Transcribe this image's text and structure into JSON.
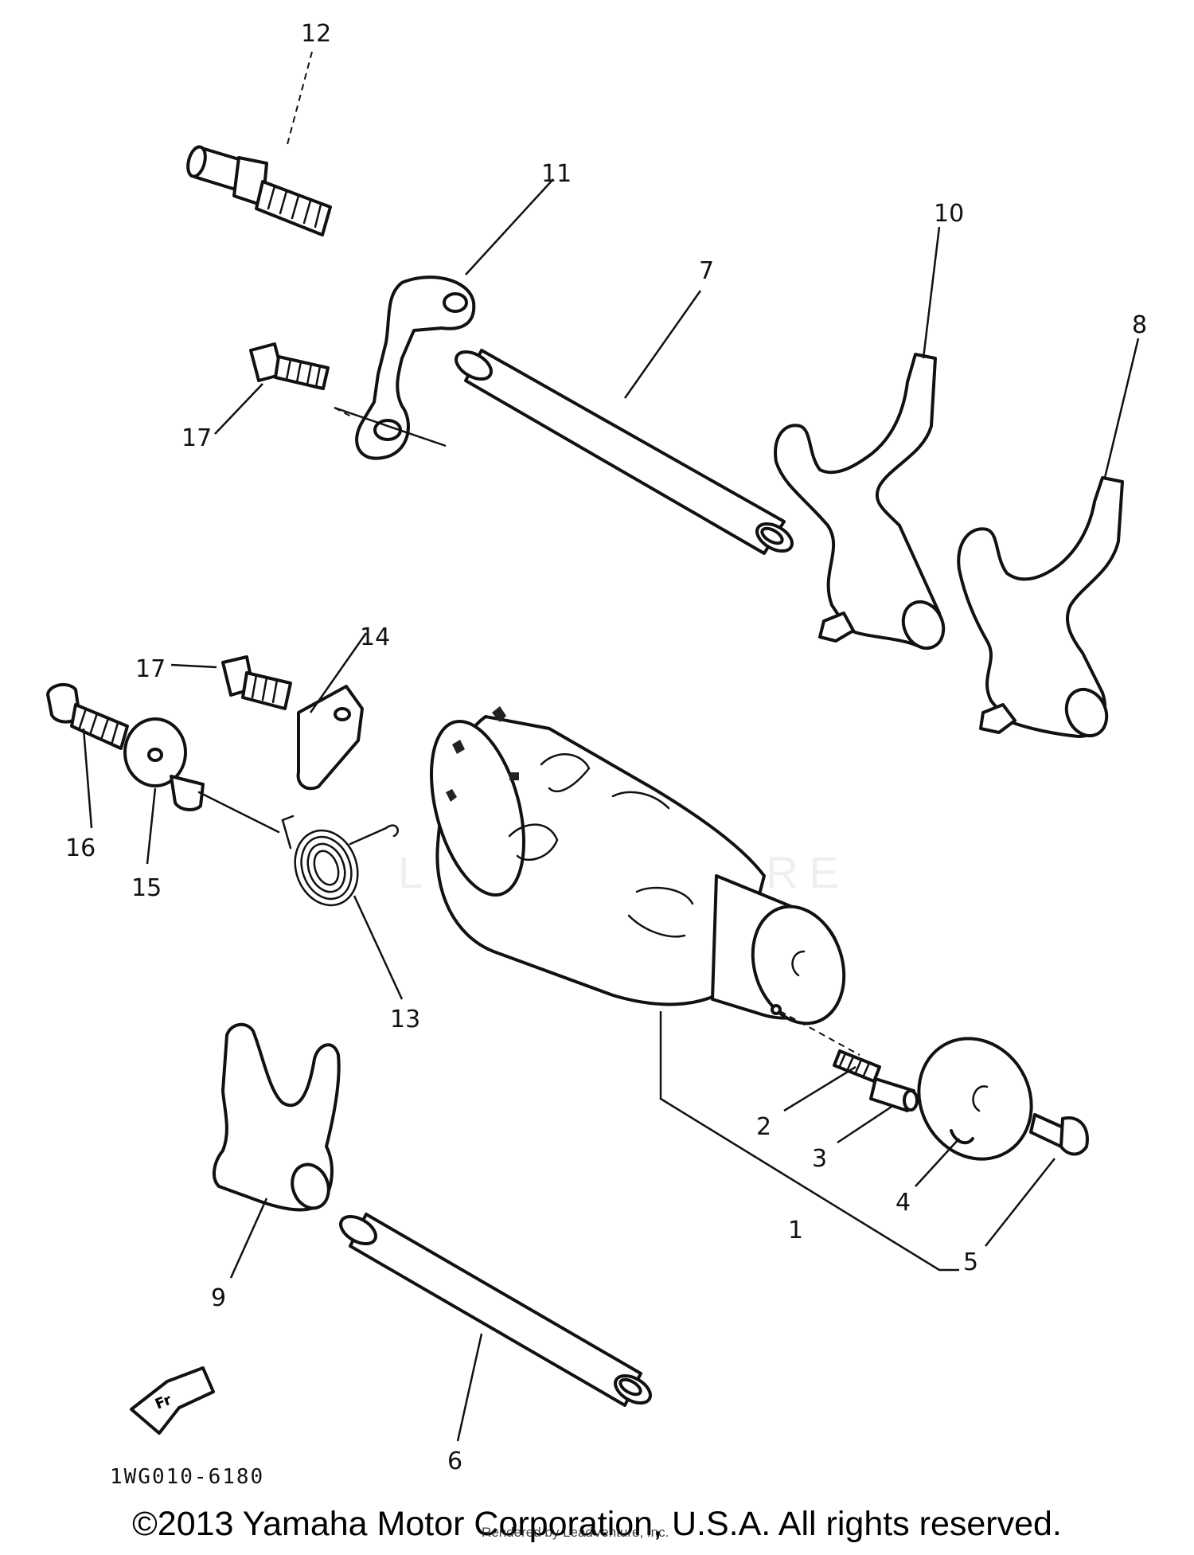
{
  "diagram": {
    "callouts": [
      {
        "id": "c12",
        "label": "12"
      },
      {
        "id": "c11",
        "label": "11"
      },
      {
        "id": "c10",
        "label": "10"
      },
      {
        "id": "c7",
        "label": "7"
      },
      {
        "id": "c8",
        "label": "8"
      },
      {
        "id": "c17a",
        "label": "17"
      },
      {
        "id": "c14",
        "label": "14"
      },
      {
        "id": "c17b",
        "label": "17"
      },
      {
        "id": "c16",
        "label": "16"
      },
      {
        "id": "c15",
        "label": "15"
      },
      {
        "id": "c13",
        "label": "13"
      },
      {
        "id": "c2",
        "label": "2"
      },
      {
        "id": "c3",
        "label": "3"
      },
      {
        "id": "c4",
        "label": "4"
      },
      {
        "id": "c1",
        "label": "1"
      },
      {
        "id": "c5",
        "label": "5"
      },
      {
        "id": "c9",
        "label": "9"
      },
      {
        "id": "c6",
        "label": "6"
      }
    ],
    "front_arrow_label": "Fr",
    "watermark": "LEADVENTURE",
    "reference_code": "1WG010-6180"
  },
  "footer": {
    "copyright": "©2013 Yamaha Motor Corporation, U.S.A. All rights reserved.",
    "rendered_by": "Rendered by LeadVenture, Inc."
  }
}
